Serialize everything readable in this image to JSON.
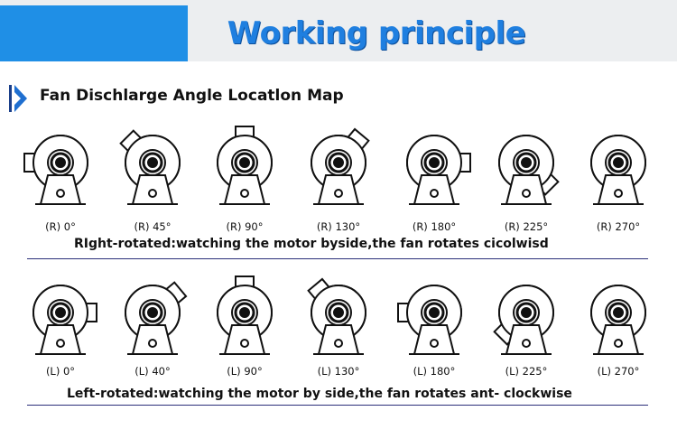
{
  "banner": {
    "title": "Working principle",
    "accent_color": "#1f8fe6",
    "title_color": "#1f7fe0"
  },
  "section": {
    "title": "Fan Dischlarge Angle Locatlon Map",
    "icon": "chevron-right-icon"
  },
  "right_rotated": {
    "angles": [
      "(R) 0°",
      "(R) 45°",
      "(R) 90°",
      "(R) 130°",
      "(R) 180°",
      "(R) 225°",
      "(R) 270°"
    ],
    "caption": "RIght-rotated:watching the motor byside,the fan rotates cicolwisd"
  },
  "left_rotated": {
    "angles": [
      "(L) 0°",
      "(L) 40°",
      "(L) 90°",
      "(L) 130°",
      "(L) 180°",
      "(L) 225°",
      "(L) 270°"
    ],
    "caption": "Left-rotated:watching the motor by side,the fan rotates ant- clockwise"
  },
  "divider_color": "#2b2f7a"
}
